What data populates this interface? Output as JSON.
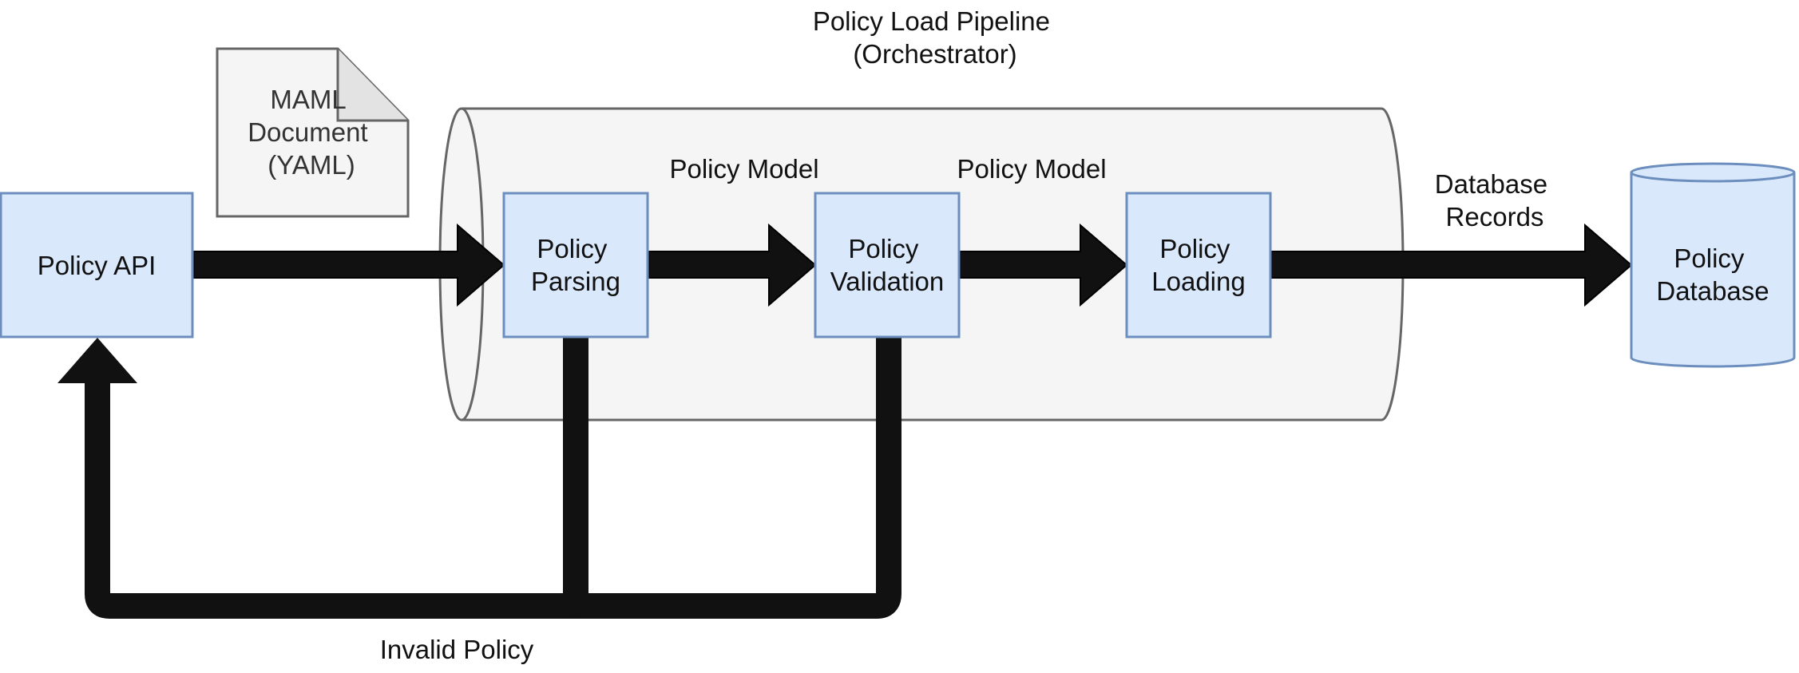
{
  "pipeline": {
    "title_line1": "Policy Load Pipeline",
    "title_line2": "(Orchestrator)"
  },
  "document": {
    "line1": "MAML",
    "line2": "Document",
    "line3": "(YAML)"
  },
  "nodes": {
    "api": {
      "label": "Policy API"
    },
    "parsing": {
      "line1": "Policy",
      "line2": "Parsing"
    },
    "validation": {
      "line1": "Policy",
      "line2": "Validation"
    },
    "loading": {
      "line1": "Policy",
      "line2": "Loading"
    },
    "database": {
      "line1": "Policy",
      "line2": "Database"
    }
  },
  "edges": {
    "parse_to_validate": "Policy Model",
    "validate_to_load": "Policy Model",
    "load_to_db_line1": "Database",
    "load_to_db_line2": "Records",
    "invalid": "Invalid Policy"
  },
  "colors": {
    "node_fill": "#dae8fc",
    "node_stroke": "#6c8ebf",
    "cylinder_fill": "#f5f5f5",
    "cylinder_stroke": "#666666",
    "arrow": "#111111"
  }
}
